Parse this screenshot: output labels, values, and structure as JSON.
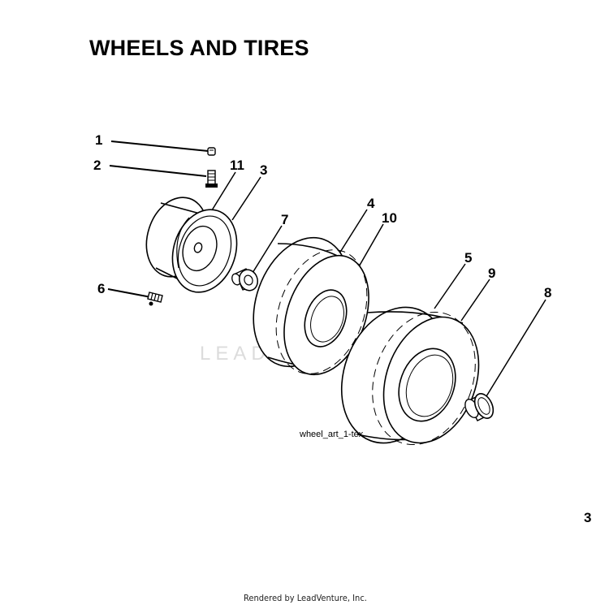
{
  "title": "WHEELS AND TIRES",
  "callouts": [
    "1",
    "2",
    "11",
    "3",
    "7",
    "6",
    "4",
    "10",
    "5",
    "9",
    "8"
  ],
  "art_code": "wheel_art_1-tex",
  "watermark": "LEADVENTURE",
  "footer": "Rendered by LeadVenture, Inc.",
  "edge_fragment": "3"
}
